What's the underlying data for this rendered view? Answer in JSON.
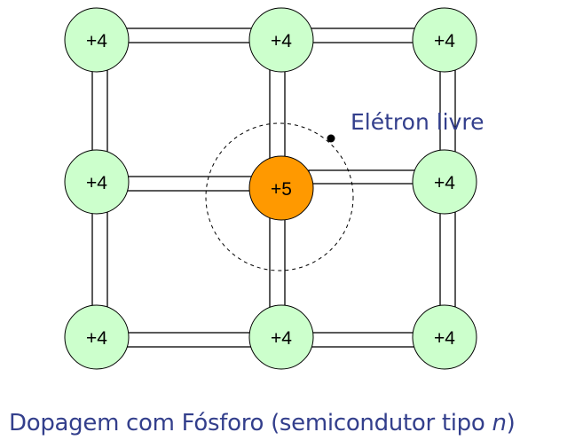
{
  "diagram": {
    "atoms": [
      {
        "id": "a00",
        "charge": "+4",
        "kind": "silicon"
      },
      {
        "id": "a01",
        "charge": "+4",
        "kind": "silicon"
      },
      {
        "id": "a02",
        "charge": "+4",
        "kind": "silicon"
      },
      {
        "id": "a10",
        "charge": "+4",
        "kind": "silicon"
      },
      {
        "id": "a11",
        "charge": "+5",
        "kind": "phosphorus"
      },
      {
        "id": "a12",
        "charge": "+4",
        "kind": "silicon"
      },
      {
        "id": "a20",
        "charge": "+4",
        "kind": "silicon"
      },
      {
        "id": "a21",
        "charge": "+4",
        "kind": "silicon"
      },
      {
        "id": "a22",
        "charge": "+4",
        "kind": "silicon"
      }
    ],
    "free_electron_label": "Elétron livre",
    "colors": {
      "silicon_fill": "#ccffcc",
      "dopant_fill": "#ff9900",
      "text_blue": "#333f8c"
    }
  },
  "caption": {
    "text": "Dopagem com Fósforo (semicondutor tipo ",
    "italic": "n",
    "suffix": ")"
  }
}
